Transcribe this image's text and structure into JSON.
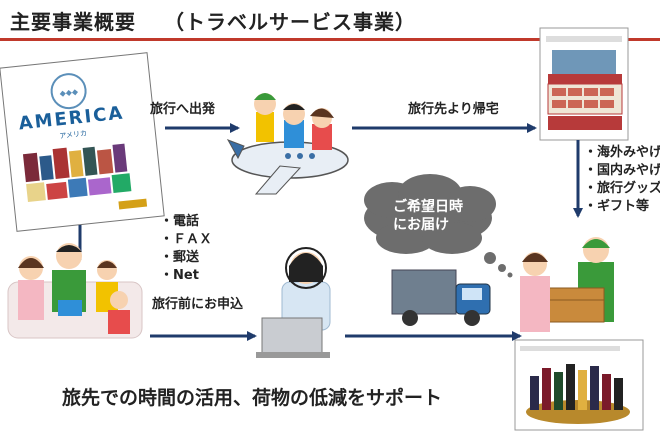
{
  "header": {
    "title": "主要事業概要",
    "subtitle": "（トラベルサービス事業）"
  },
  "catalog": {
    "logo_text": "AMERICA",
    "logo_sub": "アメリカ"
  },
  "flow": {
    "depart_label": "旅行へ出発",
    "return_label": "旅行先より帰宅",
    "order_methods": [
      "・電話",
      "・ＦＡＸ",
      "・郵送",
      "・Net"
    ],
    "order_timing": "旅行前にお申込",
    "product_types": [
      "・海外みやげ",
      "・国内みやげ",
      "・旅行グッズ",
      "・ギフト等"
    ],
    "delivery_cloud": [
      "ご希望日時",
      "にお届け"
    ]
  },
  "footer": {
    "tagline": "旅先での時間の活用、荷物の低減をサポート"
  },
  "colors": {
    "accent_red": "#c0392b",
    "arrow_navy": "#1f3b6b",
    "staff_green": "#3a9a3a",
    "cloud_gray": "#6d6d6d"
  }
}
